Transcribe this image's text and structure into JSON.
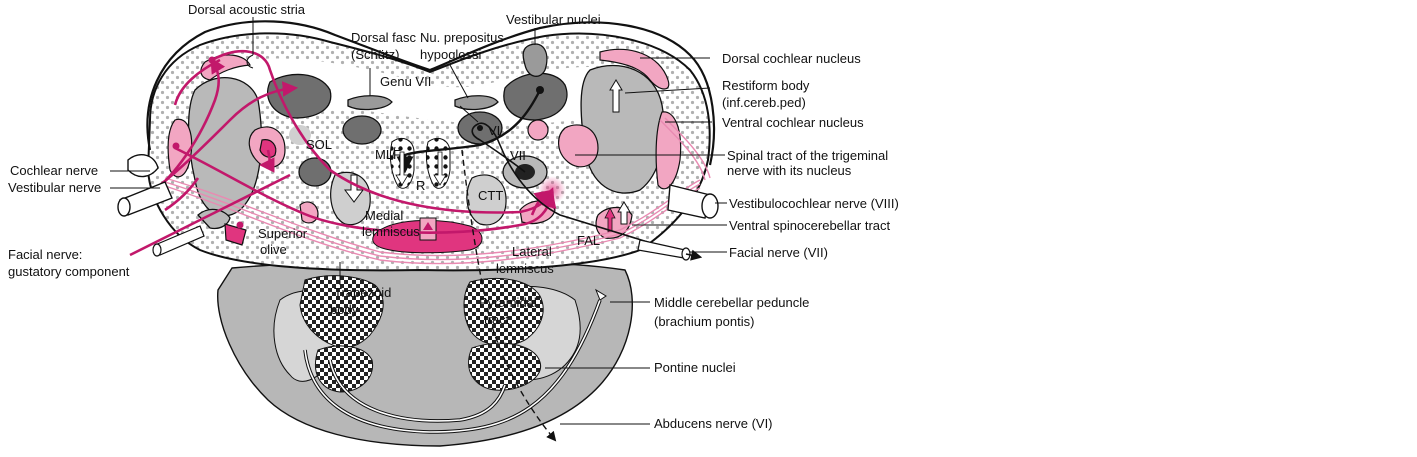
{
  "labels": {
    "dorsal_acoustic_stria": "Dorsal acoustic stria",
    "dorsal_fasc_line1": "Dorsal fasc",
    "dorsal_fasc_line2": "(Schütz)",
    "nu_prepositus_line1": "Nu. prepositus",
    "nu_prepositus_line2": "hypoglossi",
    "vestibular_nuclei": "Vestibular nuclei",
    "genu_vii": "Genu VII",
    "dorsal_cochlear_nucleus": "Dorsal cochlear nucleus",
    "restiform_body_line1": "Restiform body",
    "restiform_body_line2": "(inf.cereb.ped)",
    "ventral_cochlear_nucleus": "Ventral cochlear nucleus",
    "spinal_tract_line1": "Spinal tract of the trigeminal",
    "spinal_tract_line2": "nerve with its nucleus",
    "vestibulocochlear_nerve": "Vestibulocochlear nerve (VIII)",
    "ventral_spinocerebellar_tract": "Ventral spinocerebellar tract",
    "facial_nerve_vii": "Facial nerve (VII)",
    "middle_cerebellar_peduncle_line1": "Middle cerebellar peduncle",
    "middle_cerebellar_peduncle_line2": "(brachium pontis)",
    "pontine_nuclei": "Pontine nuclei",
    "abducens_nerve": "Abducens nerve (VI)",
    "cochlear_nerve": "Cochlear nerve",
    "vestibular_nerve": "Vestibular nerve",
    "facial_nerve_gustatory_line1": "Facial nerve:",
    "facial_nerve_gustatory_line2": "gustatory component",
    "sol": "SOL",
    "mlf": "MLF",
    "r": "R",
    "vi": "VI",
    "vii": "VII",
    "ctt": "CTT",
    "fal": "FAL",
    "medial_lemniscus_line1": "Medial",
    "medial_lemniscus_line2": "lemniscus",
    "superior_olive_line1": "Superior",
    "superior_olive_line2": "olive",
    "lateral_lemniscus_line1": "Lateral",
    "lateral_lemniscus_line2": "lemniscus",
    "trapezoid_body_line1": "Trapezoid",
    "trapezoid_body_line2": "body",
    "pyramidal_tract_line1": "Pyramidal",
    "pyramidal_tract_line2": "tract"
  },
  "colors": {
    "tract_magenta": "#c2186b",
    "nucleus_pink": "#f2a6c2",
    "nucleus_gray": "#b9b9b9",
    "nucleus_dark": "#6f6f6f"
  }
}
